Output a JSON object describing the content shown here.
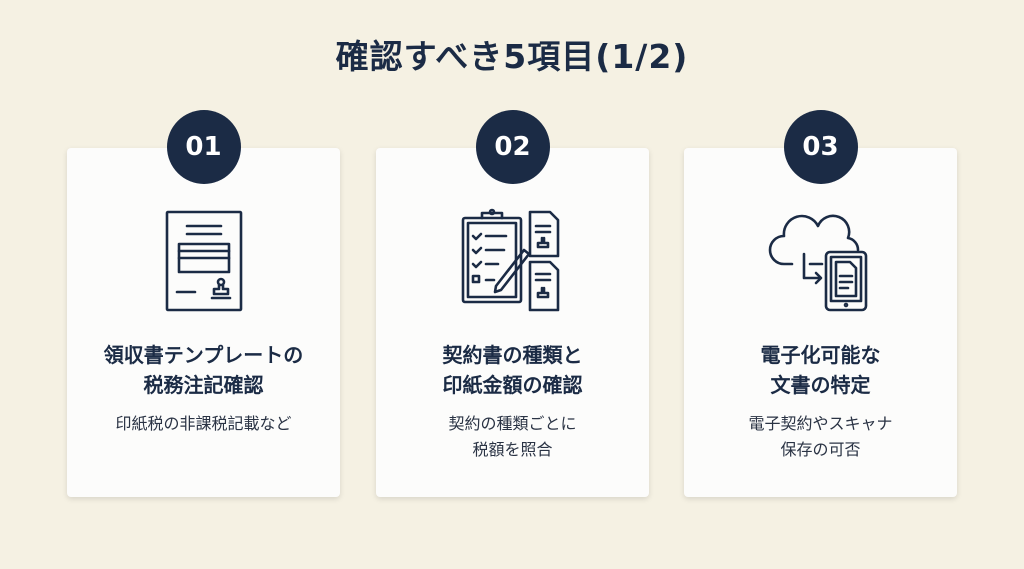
{
  "title": "確認すべき5項目(1/2)",
  "colors": {
    "background": "#f5f1e3",
    "accent": "#1b2b45",
    "card": "#fcfcfb"
  },
  "cards": [
    {
      "number": "01",
      "icon": "receipt-stamp-icon",
      "heading": [
        "領収書テンプレートの",
        "税務注記確認"
      ],
      "description": [
        "印紙税の非課税記載など"
      ]
    },
    {
      "number": "02",
      "icon": "contract-checklist-icon",
      "heading": [
        "契約書の種類と",
        "印紙金額の確認"
      ],
      "description": [
        "契約の種類ごとに",
        "税額を照合"
      ]
    },
    {
      "number": "03",
      "icon": "cloud-tablet-document-icon",
      "heading": [
        "電子化可能な",
        "文書の特定"
      ],
      "description": [
        "電子契約やスキャナ",
        "保存の可否"
      ]
    }
  ]
}
